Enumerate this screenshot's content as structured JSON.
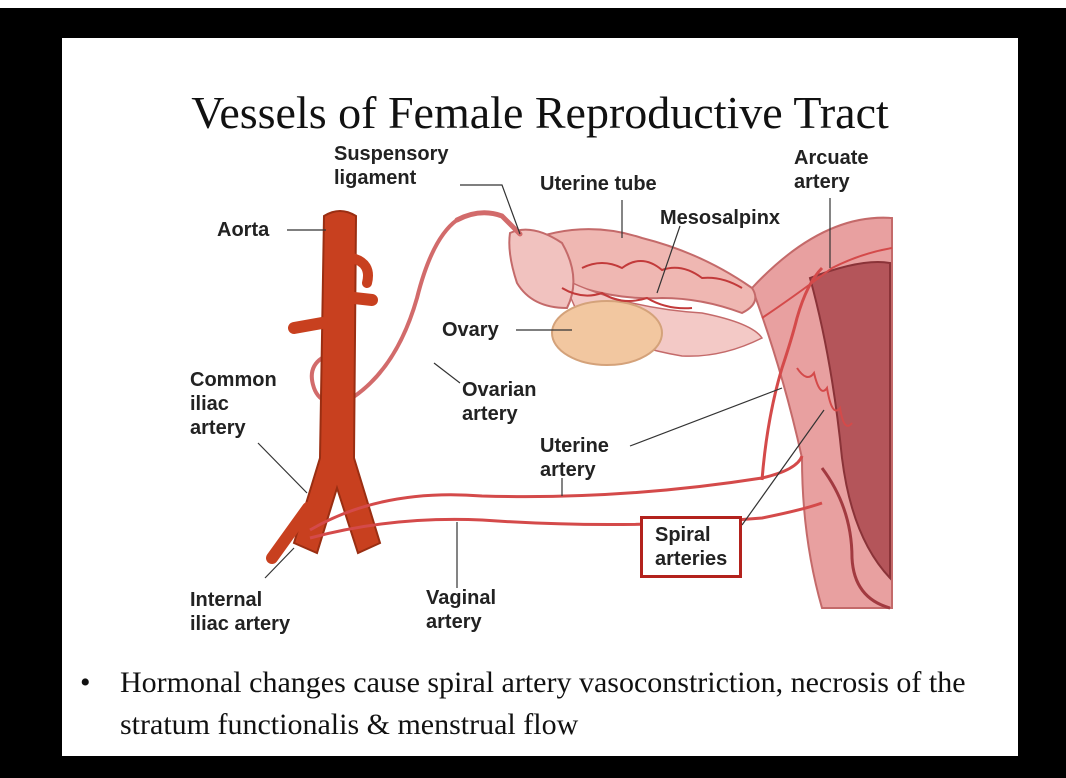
{
  "slide": {
    "title": "Vessels of Female Reproductive Tract",
    "bullet": "Hormonal changes cause spiral artery vasoconstriction, necrosis of the stratum functionalis & menstrual flow"
  },
  "labels": {
    "suspensory_ligament": "Suspensory\nligament",
    "uterine_tube": "Uterine tube",
    "arcuate_artery": "Arcuate\nartery",
    "aorta": "Aorta",
    "mesosalpinx": "Mesosalpinx",
    "ovary": "Ovary",
    "common_iliac_artery": "Common\niliac\nartery",
    "ovarian_artery": "Ovarian\nartery",
    "uterine_artery": "Uterine\nartery",
    "spiral_arteries": "Spiral\narteries",
    "internal_iliac_artery": "Internal\niliac artery",
    "vaginal_artery": "Vaginal\nartery"
  },
  "colors": {
    "artery": "#c8401f",
    "uterus": "#e8a0a0",
    "ovary": "#f2c7a0",
    "highlight_box": "#b3221d"
  }
}
